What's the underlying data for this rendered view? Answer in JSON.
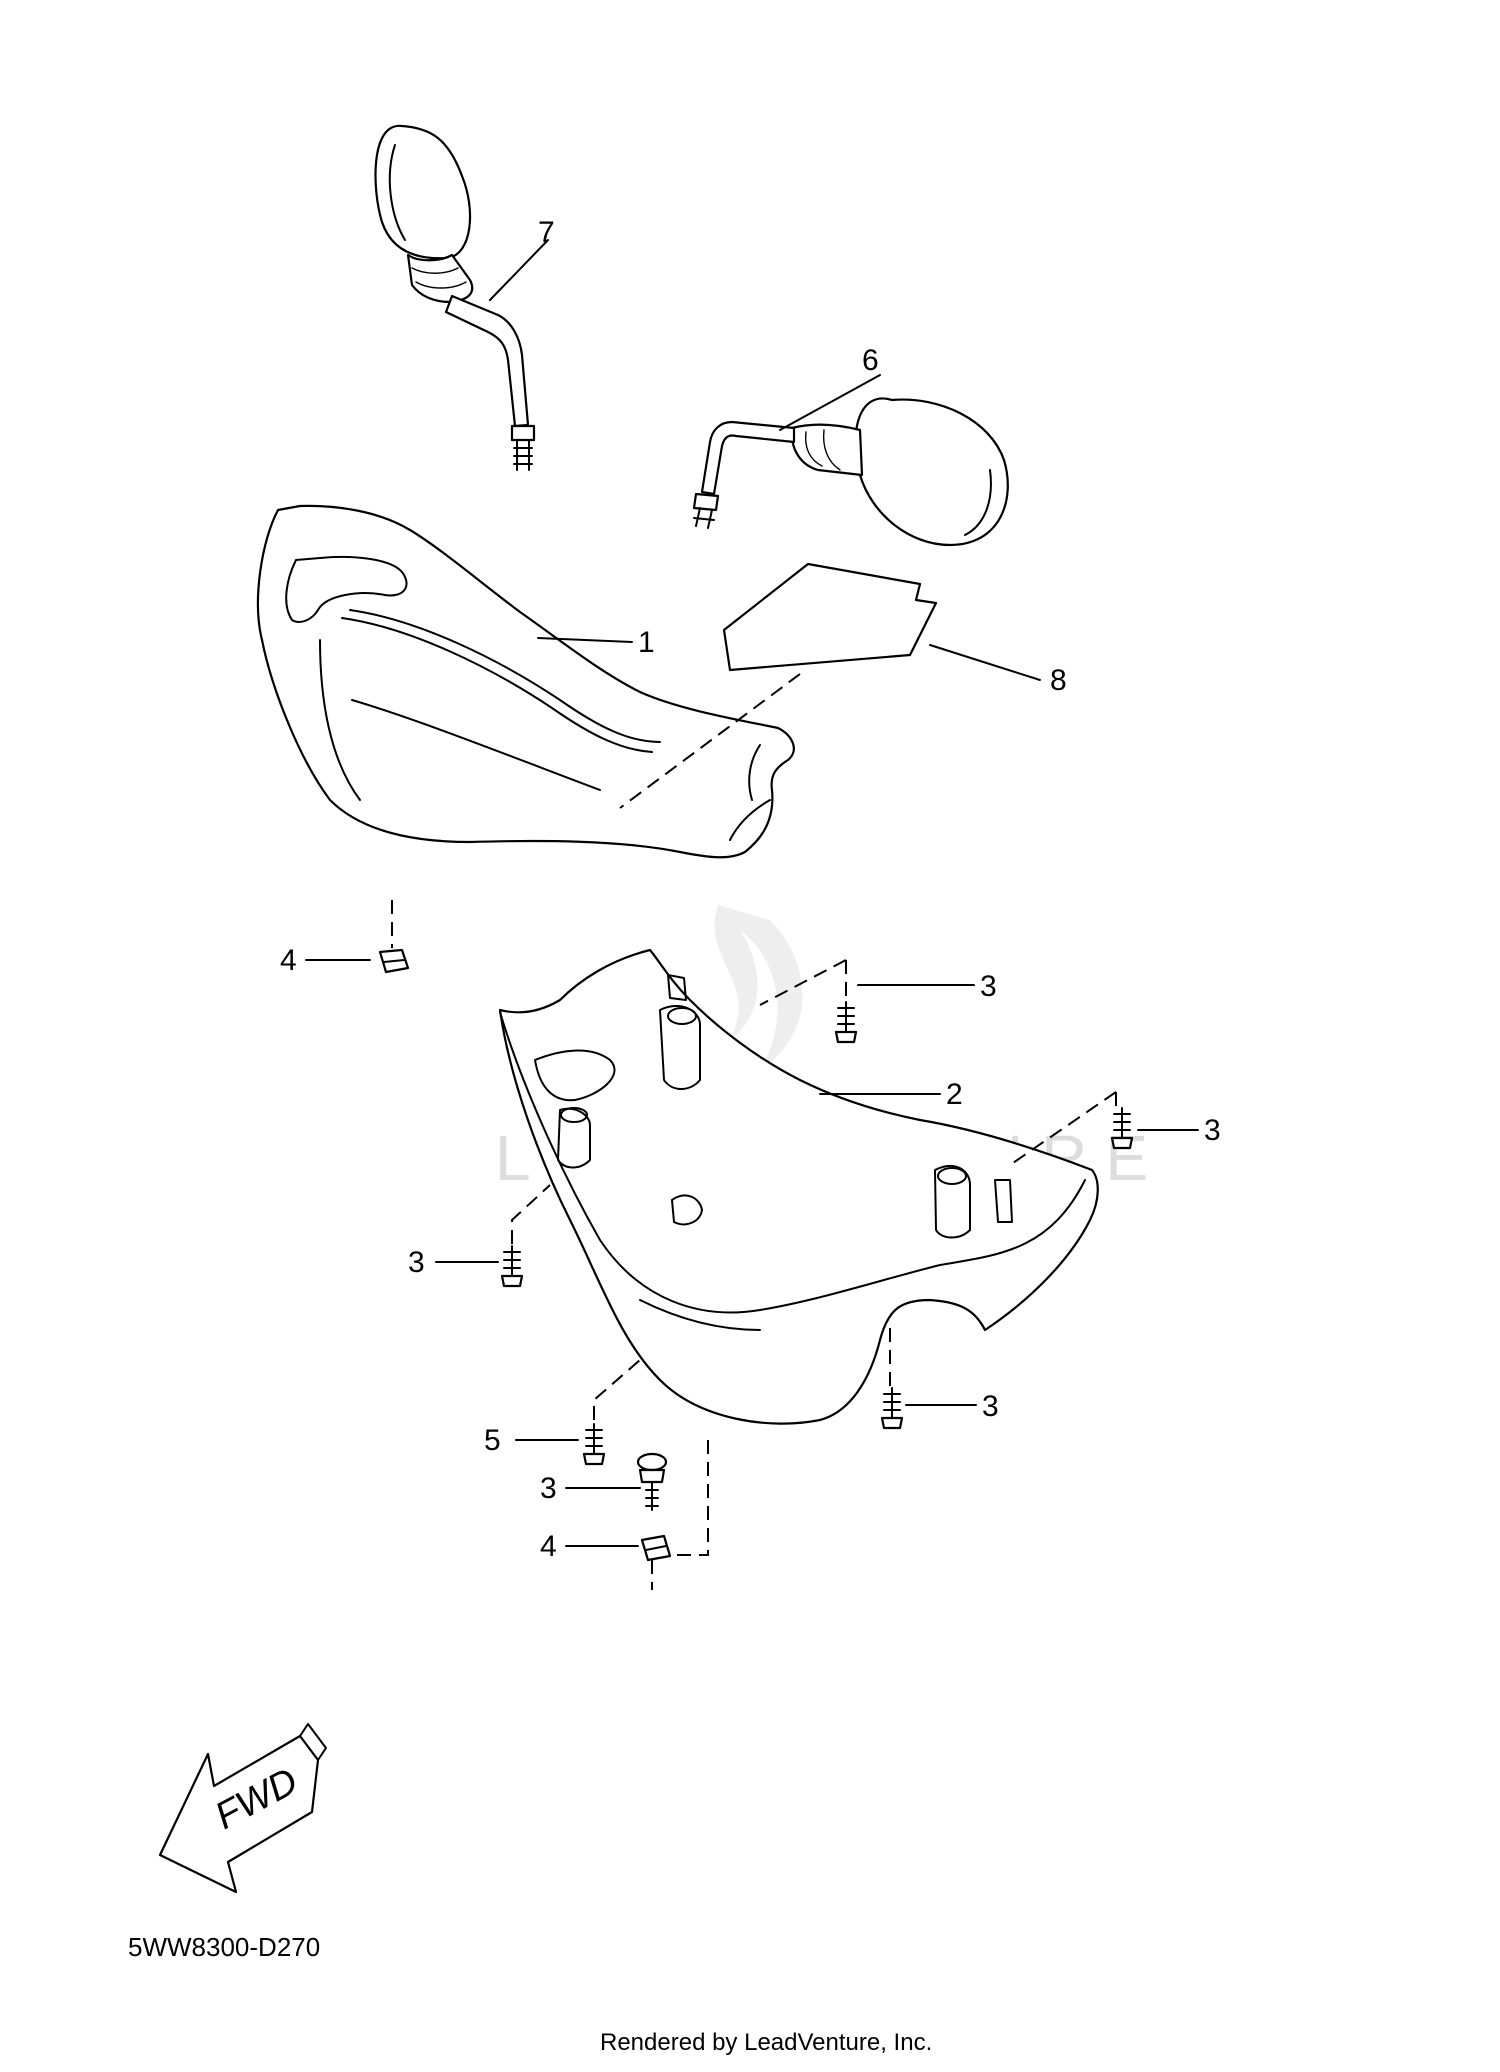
{
  "watermark": "LEADVENTURE",
  "callouts": {
    "c1": "1",
    "c2": "2",
    "c3a": "3",
    "c3b": "3",
    "c3c": "3",
    "c3d": "3",
    "c3e": "3",
    "c4a": "4",
    "c4b": "4",
    "c5": "5",
    "c6": "6",
    "c7": "7",
    "c8": "8"
  },
  "fwd_arrow": "FWD",
  "diagram_code": "5WW8300-D270",
  "credit": "Rendered by LeadVenture, Inc.",
  "icons": {
    "fwd": "fwd-arrow-icon",
    "watermark": "flame-logo-icon"
  }
}
